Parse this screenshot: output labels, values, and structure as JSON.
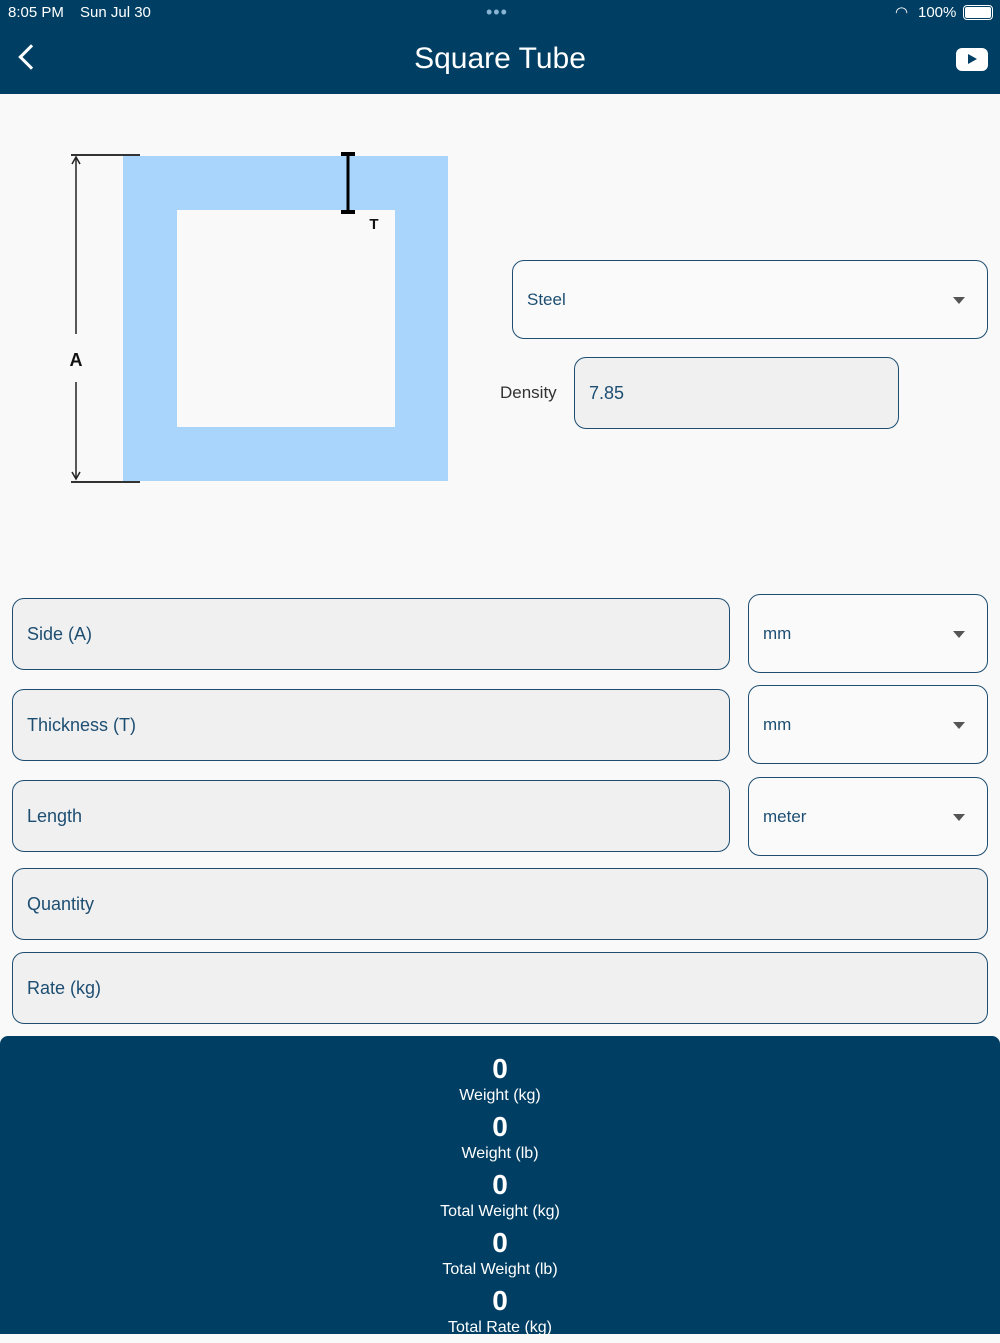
{
  "status": {
    "time": "8:05 PM",
    "date": "Sun Jul 30",
    "battery": "100%"
  },
  "header": {
    "title": "Square Tube"
  },
  "diagram": {
    "label_a": "A",
    "label_t": "T"
  },
  "material": {
    "selected": "Steel",
    "density_label": "Density",
    "density_value": "7.85"
  },
  "inputs": [
    {
      "placeholder": "Side (A)",
      "unit": "mm"
    },
    {
      "placeholder": "Thickness (T)",
      "unit": "mm"
    },
    {
      "placeholder": "Length",
      "unit": "meter"
    },
    {
      "placeholder": "Quantity"
    },
    {
      "placeholder": "Rate (kg)"
    }
  ],
  "results": [
    {
      "value": "0",
      "label": "Weight (kg)"
    },
    {
      "value": "0",
      "label": "Weight (lb)"
    },
    {
      "value": "0",
      "label": "Total Weight (kg)"
    },
    {
      "value": "0",
      "label": "Total Weight (lb)"
    },
    {
      "value": "0",
      "label": "Total Rate (kg)"
    }
  ]
}
